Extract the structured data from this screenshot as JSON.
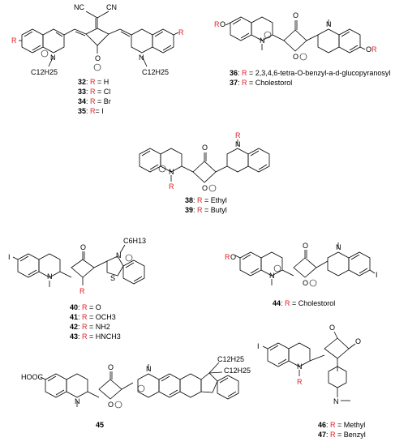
{
  "figure": {
    "structures": [
      {
        "id": "s32",
        "substituent_label": "R",
        "atoms": {
          "cn1": "NC",
          "cn2": "CN",
          "n_left": "N",
          "n_right": "N",
          "chain_left": "C12H25",
          "chain_right": "C12H25",
          "oxide": "O"
        },
        "legend": [
          {
            "num": "32",
            "r": "R",
            "text": " = H"
          },
          {
            "num": "33",
            "r": "R",
            "text": " = Cl"
          },
          {
            "num": "34",
            "r": "R",
            "text": " = Br"
          },
          {
            "num": "35",
            "r": "R",
            "text": "= I"
          }
        ]
      },
      {
        "id": "s36",
        "substituent_label": "R",
        "atoms": {
          "o_left": "O",
          "o_right": "O",
          "n_left": "N",
          "n_right": "N",
          "oxide": "O",
          "keto": "O"
        },
        "legend": [
          {
            "num": "36",
            "r": "R",
            "text": " = 2,3,4,6-tetra-O-benzyl-a-d-glucopyranosyl"
          },
          {
            "num": "37",
            "r": "R",
            "text": " = Cholestorol"
          }
        ]
      },
      {
        "id": "s38",
        "substituent_label": "R",
        "atoms": {
          "n_left": "N",
          "n_right": "N",
          "oxide": "O",
          "keto": "O"
        },
        "legend": [
          {
            "num": "38",
            "r": "R",
            "text": " = Ethyl"
          },
          {
            "num": "39",
            "r": "R",
            "text": " = Butyl"
          }
        ]
      },
      {
        "id": "s40",
        "substituent_label": "R",
        "atoms": {
          "iodo": "I",
          "n_left": "N",
          "n_right": "N",
          "s": "S",
          "keto": "O",
          "chain": "C6H13"
        },
        "legend": [
          {
            "num": "40",
            "r": "R",
            "text": " = O"
          },
          {
            "num": "41",
            "r": "R",
            "text": " = OCH3"
          },
          {
            "num": "42",
            "r": "R",
            "text": " = NH2"
          },
          {
            "num": "43",
            "r": "R",
            "text": " = HNCH3"
          }
        ]
      },
      {
        "id": "s44",
        "substituent_label": "R",
        "atoms": {
          "o_left": "O",
          "iodo": "I",
          "n_left": "N",
          "n_right": "N",
          "oxide": "O",
          "keto": "O"
        },
        "legend": [
          {
            "num": "44",
            "r": "R",
            "text": " = Cholestorol"
          }
        ]
      },
      {
        "id": "s45",
        "atoms": {
          "acid": "HOOC",
          "n_left": "N",
          "n_right": "N",
          "oxide": "O",
          "keto": "O",
          "chain_a": "C12H25",
          "chain_b": "C12H25"
        },
        "label": "45"
      },
      {
        "id": "s46",
        "substituent_label": "R",
        "atoms": {
          "iodo": "I",
          "n": "N",
          "keto1": "O",
          "keto2": "O",
          "amine": "N"
        },
        "legend": [
          {
            "num": "46",
            "r": "R",
            "text": " = Methyl"
          },
          {
            "num": "47",
            "r": "R",
            "text": " = Benzyl"
          }
        ]
      }
    ],
    "colors": {
      "substituent": "#e21f26",
      "bond": "#000000",
      "background": "#ffffff"
    }
  }
}
